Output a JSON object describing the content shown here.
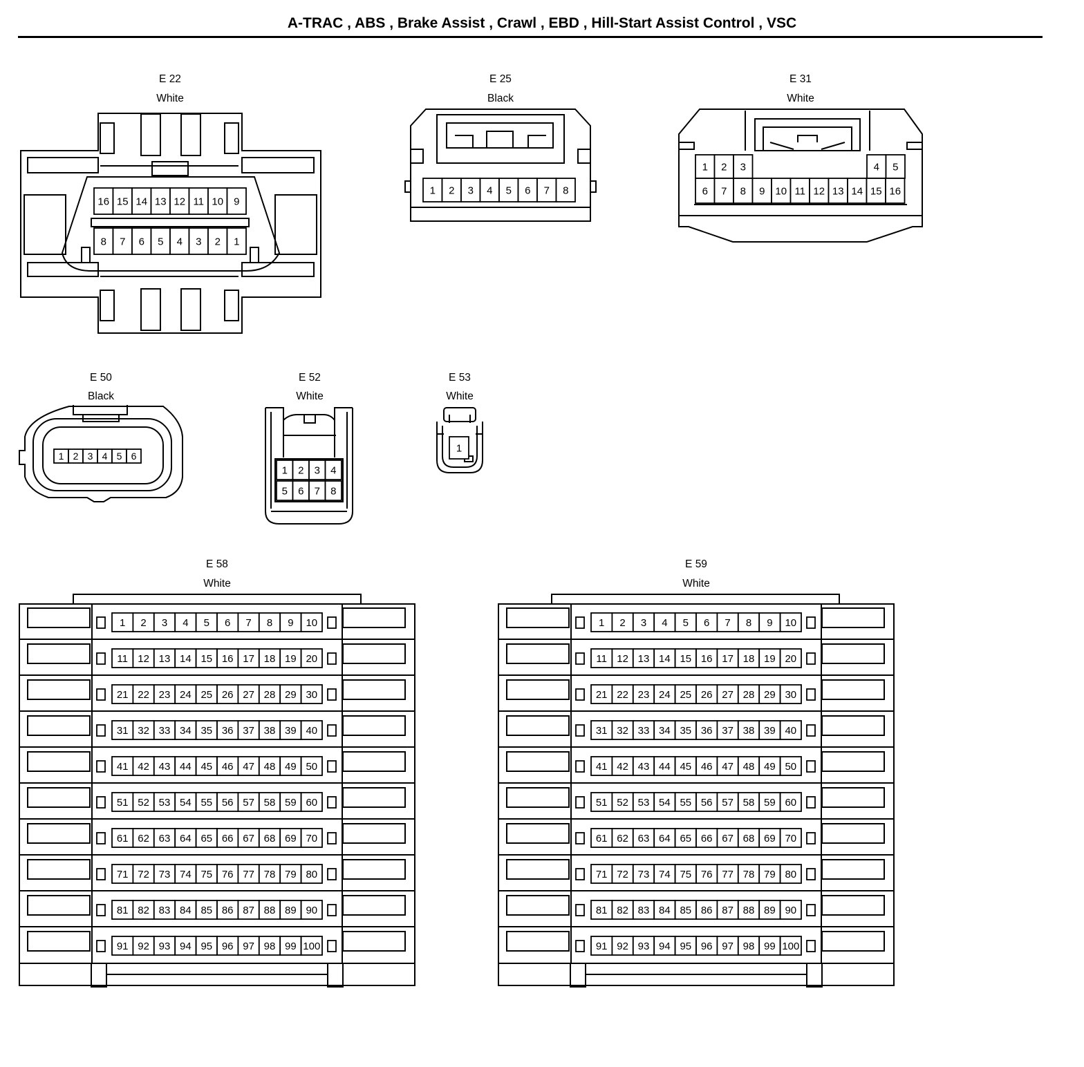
{
  "title": "A-TRAC , ABS , Brake Assist , Crawl , EBD , Hill-Start Assist Control , VSC",
  "connectors": {
    "E22": {
      "id": "E 22",
      "color": "White",
      "rows": [
        [
          "16",
          "15",
          "14",
          "13",
          "12",
          "11",
          "10",
          "9"
        ],
        [
          "8",
          "7",
          "6",
          "5",
          "4",
          "3",
          "2",
          "1"
        ]
      ]
    },
    "E25": {
      "id": "E 25",
      "color": "Black",
      "rows": [
        [
          "1",
          "2",
          "3",
          "4",
          "5",
          "6",
          "7",
          "8"
        ]
      ]
    },
    "E31": {
      "id": "E 31",
      "color": "White",
      "rows": [
        [
          "1",
          "2",
          "3",
          "4",
          "5"
        ],
        [
          "6",
          "7",
          "8",
          "9",
          "10",
          "11",
          "12",
          "13",
          "14",
          "15",
          "16"
        ]
      ]
    },
    "E50": {
      "id": "E 50",
      "color": "Black",
      "rows": [
        [
          "1",
          "2",
          "3",
          "4",
          "5",
          "6"
        ]
      ]
    },
    "E52": {
      "id": "E 52",
      "color": "White",
      "rows": [
        [
          "1",
          "2",
          "3",
          "4"
        ],
        [
          "5",
          "6",
          "7",
          "8"
        ]
      ]
    },
    "E53": {
      "id": "E 53",
      "color": "White",
      "rows": [
        [
          "1"
        ]
      ]
    },
    "E58": {
      "id": "E 58",
      "color": "White",
      "rows": [
        [
          "1",
          "2",
          "3",
          "4",
          "5",
          "6",
          "7",
          "8",
          "9",
          "10"
        ],
        [
          "11",
          "12",
          "13",
          "14",
          "15",
          "16",
          "17",
          "18",
          "19",
          "20"
        ],
        [
          "21",
          "22",
          "23",
          "24",
          "25",
          "26",
          "27",
          "28",
          "29",
          "30"
        ],
        [
          "31",
          "32",
          "33",
          "34",
          "35",
          "36",
          "37",
          "38",
          "39",
          "40"
        ],
        [
          "41",
          "42",
          "43",
          "44",
          "45",
          "46",
          "47",
          "48",
          "49",
          "50"
        ],
        [
          "51",
          "52",
          "53",
          "54",
          "55",
          "56",
          "57",
          "58",
          "59",
          "60"
        ],
        [
          "61",
          "62",
          "63",
          "64",
          "65",
          "66",
          "67",
          "68",
          "69",
          "70"
        ],
        [
          "71",
          "72",
          "73",
          "74",
          "75",
          "76",
          "77",
          "78",
          "79",
          "80"
        ],
        [
          "81",
          "82",
          "83",
          "84",
          "85",
          "86",
          "87",
          "88",
          "89",
          "90"
        ],
        [
          "91",
          "92",
          "93",
          "94",
          "95",
          "96",
          "97",
          "98",
          "99",
          "100"
        ]
      ]
    },
    "E59": {
      "id": "E 59",
      "color": "White",
      "rows": [
        [
          "1",
          "2",
          "3",
          "4",
          "5",
          "6",
          "7",
          "8",
          "9",
          "10"
        ],
        [
          "11",
          "12",
          "13",
          "14",
          "15",
          "16",
          "17",
          "18",
          "19",
          "20"
        ],
        [
          "21",
          "22",
          "23",
          "24",
          "25",
          "26",
          "27",
          "28",
          "29",
          "30"
        ],
        [
          "31",
          "32",
          "33",
          "34",
          "35",
          "36",
          "37",
          "38",
          "39",
          "40"
        ],
        [
          "41",
          "42",
          "43",
          "44",
          "45",
          "46",
          "47",
          "48",
          "49",
          "50"
        ],
        [
          "51",
          "52",
          "53",
          "54",
          "55",
          "56",
          "57",
          "58",
          "59",
          "60"
        ],
        [
          "61",
          "62",
          "63",
          "64",
          "65",
          "66",
          "67",
          "68",
          "69",
          "70"
        ],
        [
          "71",
          "72",
          "73",
          "74",
          "75",
          "76",
          "77",
          "78",
          "79",
          "80"
        ],
        [
          "81",
          "82",
          "83",
          "84",
          "85",
          "86",
          "87",
          "88",
          "89",
          "90"
        ],
        [
          "91",
          "92",
          "93",
          "94",
          "95",
          "96",
          "97",
          "98",
          "99",
          "100"
        ]
      ]
    }
  }
}
